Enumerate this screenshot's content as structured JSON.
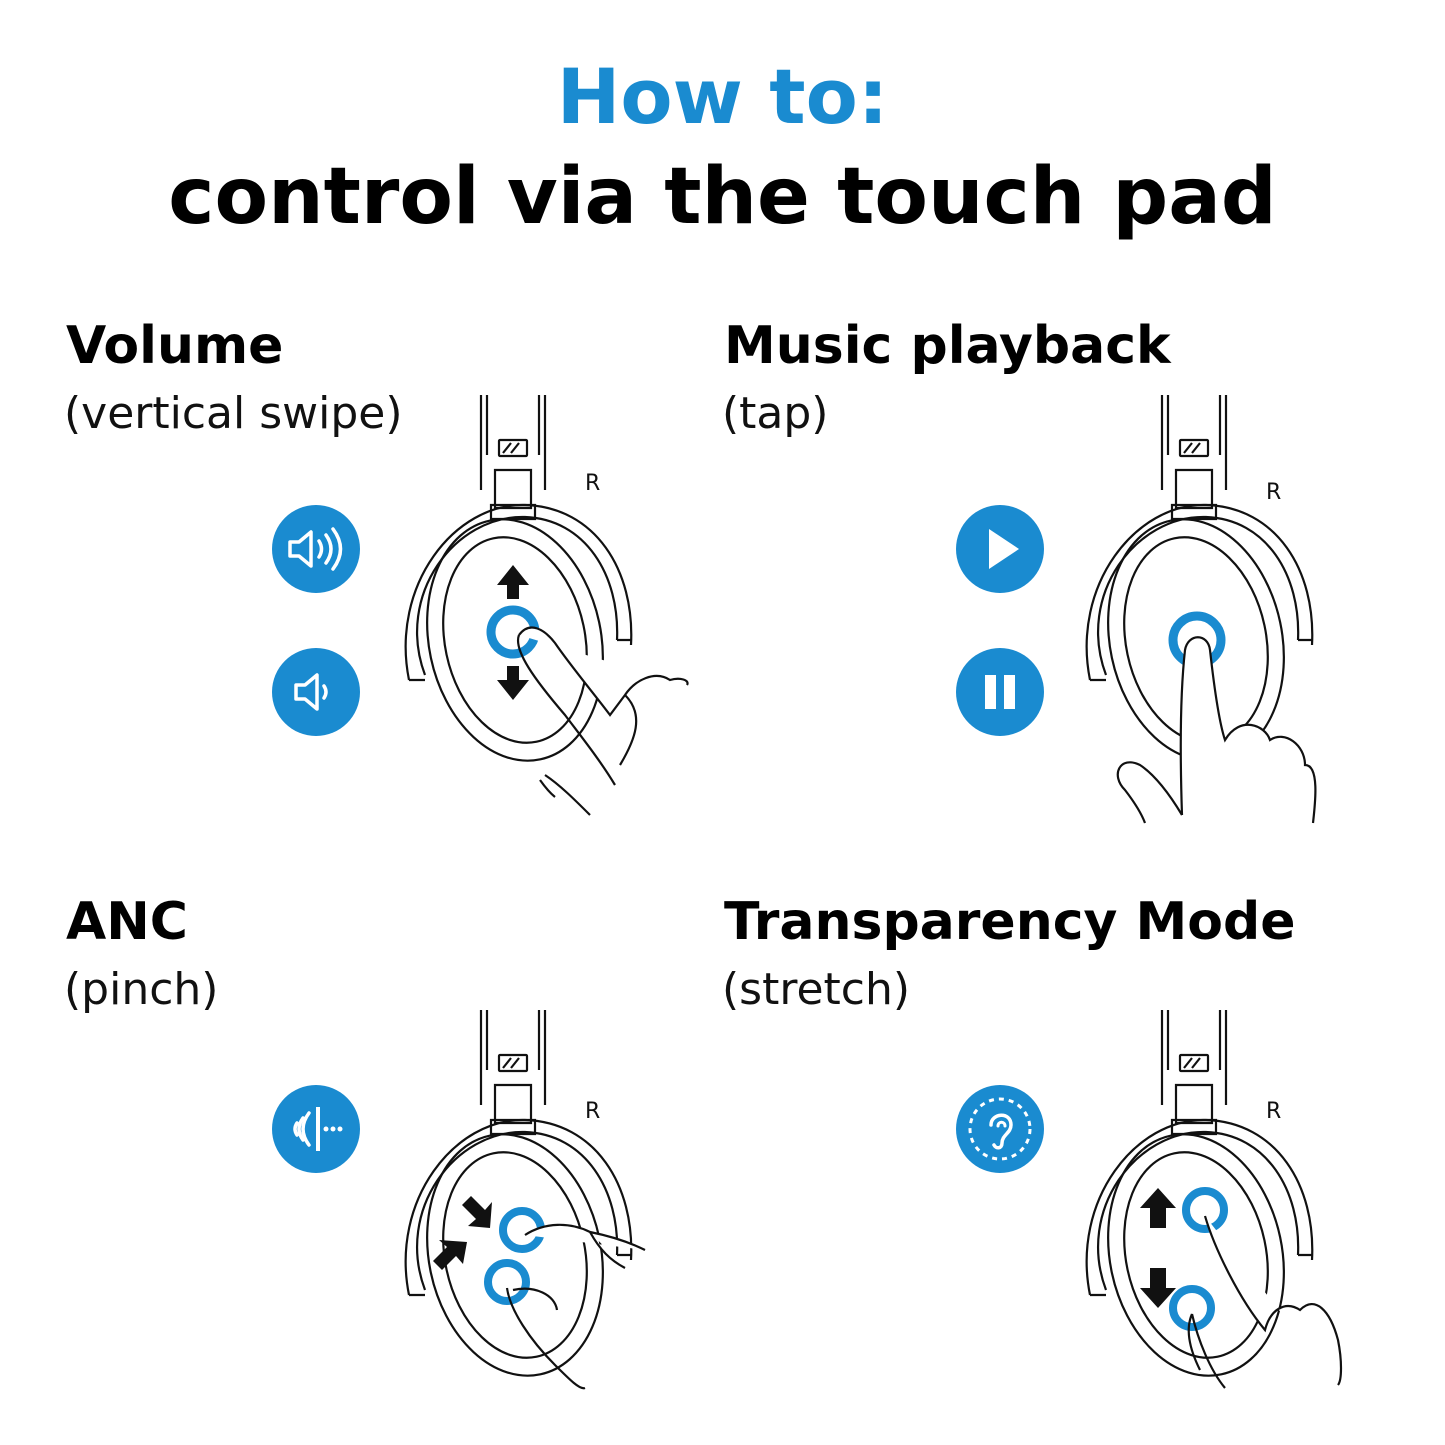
{
  "header": {
    "kicker": "How to:",
    "title": "control via the touch pad"
  },
  "sections": [
    {
      "title": "Volume",
      "subtitle": "(vertical swipe)",
      "side_label": "R",
      "icons": [
        "volume-up-icon",
        "volume-down-icon"
      ],
      "gesture": "vertical swipe"
    },
    {
      "title": "Music playback",
      "subtitle": "(tap)",
      "side_label": "R",
      "icons": [
        "play-icon",
        "pause-icon"
      ],
      "gesture": "tap"
    },
    {
      "title": "ANC",
      "subtitle": "(pinch)",
      "side_label": "R",
      "icons": [
        "anc-icon"
      ],
      "gesture": "pinch"
    },
    {
      "title": "Transparency Mode",
      "subtitle": "(stretch)",
      "side_label": "R",
      "icons": [
        "transparency-ear-icon"
      ],
      "gesture": "stretch"
    }
  ],
  "colors": {
    "accent": "#1a8bd0",
    "ink": "#111111",
    "background": "#ffffff"
  }
}
